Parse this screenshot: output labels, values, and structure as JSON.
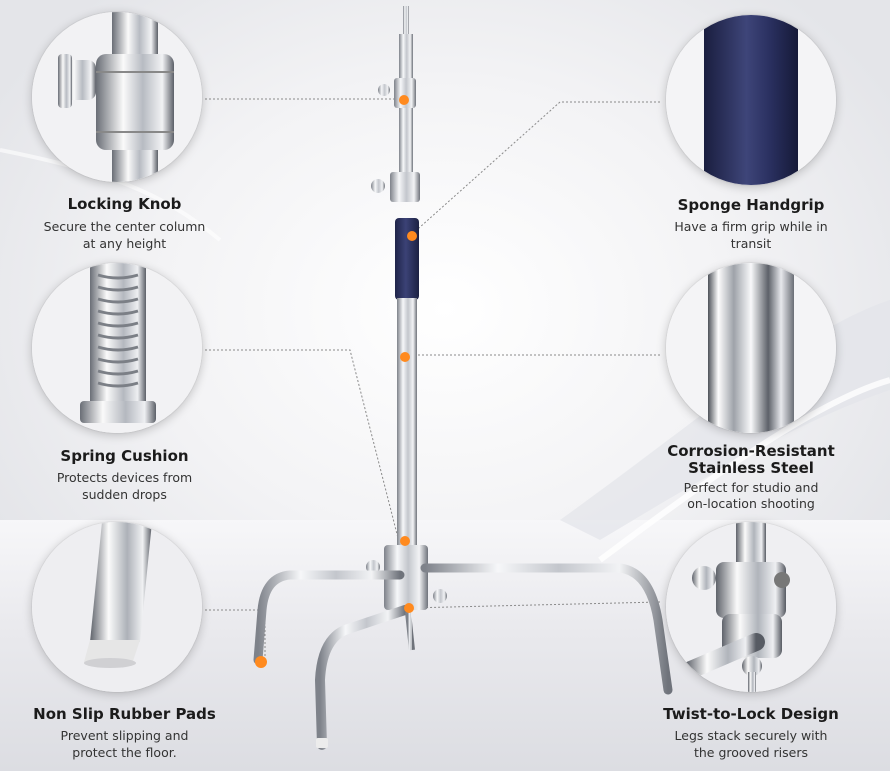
{
  "features": [
    {
      "id": "locking-knob",
      "title": "Locking Knob",
      "desc1": "Secure the center column",
      "desc2": "at any height"
    },
    {
      "id": "spring-cushion",
      "title": "Spring Cushion",
      "desc1": "Protects devices from",
      "desc2": "sudden drops"
    },
    {
      "id": "rubber-pads",
      "title": "Non Slip Rubber Pads",
      "desc1": "Prevent slipping and",
      "desc2": "protect the floor."
    },
    {
      "id": "sponge-handgrip",
      "title": "Sponge Handgrip",
      "desc1": "Have a firm grip while in",
      "desc2": "transit"
    },
    {
      "id": "stainless-steel",
      "title1": "Corrosion-Resistant",
      "title2": "Stainless Steel",
      "desc1": "Perfect for studio and",
      "desc2": "on-location shooting"
    },
    {
      "id": "twist-lock",
      "title": "Twist-to-Lock Design",
      "desc1": "Legs stack securely with",
      "desc2": "the grooved risers"
    }
  ],
  "colors": {
    "accent_dot": "#ff8a1f",
    "grip": "#2f3566",
    "steel_light": "#f4f5f7",
    "steel_dark": "#8b8f97",
    "leader": "#8a8a8a"
  }
}
